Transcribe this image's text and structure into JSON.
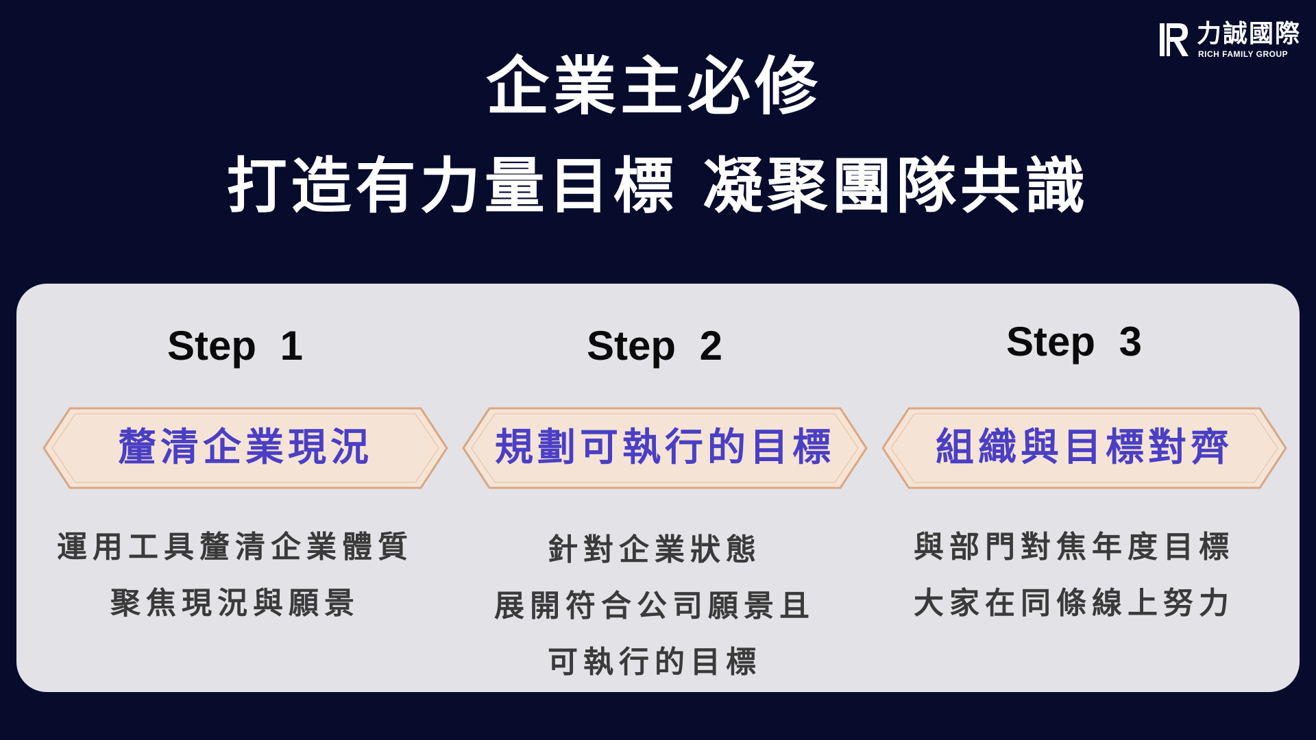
{
  "logo": {
    "name": "力誠國際",
    "sub": "RICH FAMILY GROUP"
  },
  "header": {
    "title_line1": "企業主必修",
    "title_line2": "打造有力量目標  凝聚團隊共識"
  },
  "steps": [
    {
      "title": "Step 1",
      "banner": "釐清企業現況",
      "lines": [
        "運用工具釐清企業體質",
        "聚焦現況與願景"
      ]
    },
    {
      "title": "Step 2",
      "banner": "規劃可執行的目標",
      "lines": [
        "針對企業狀態",
        "展開符合公司願景且",
        "可執行的目標"
      ]
    },
    {
      "title": "Step 3",
      "banner": "組織與目標對齊",
      "lines": [
        "與部門對焦年度目標",
        "大家在同條線上努力"
      ]
    }
  ],
  "colors": {
    "background": "#070c2d",
    "panel": "#e3e2e7",
    "banner_fill": "#f5e4d6",
    "banner_border": "#d9a783",
    "banner_text": "#4a3fc4"
  }
}
